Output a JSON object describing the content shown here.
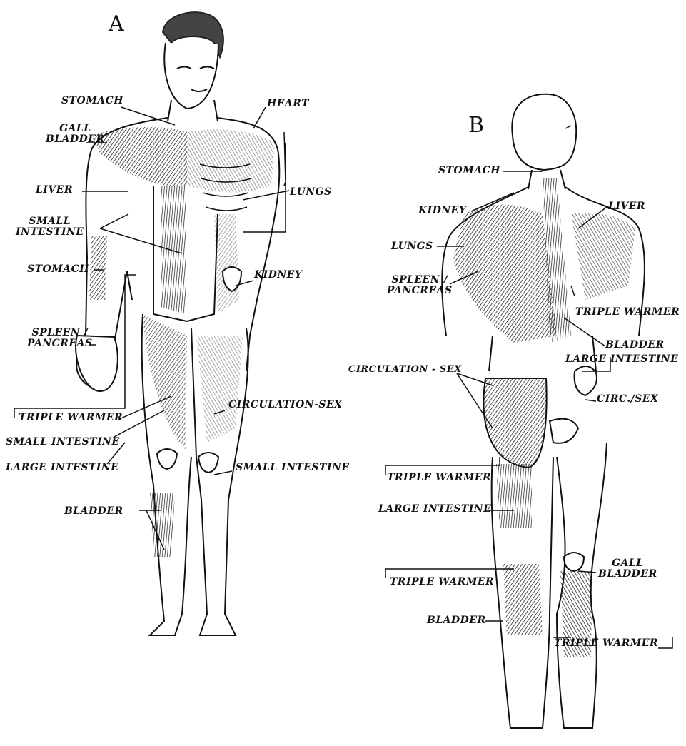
{
  "figure_a": {
    "letter": "A",
    "labels": {
      "stomach_top": "STOMACH",
      "gall_bladder": "GALL\nBLADDER",
      "liver": "LIVER",
      "small_intestine_torso": "SMALL\nINTESTINE",
      "stomach_arm": "STOMACH",
      "spleen_pancreas": "SPLEEN /\nPANCREAS",
      "triple_warmer": "TRIPLE WARMER",
      "small_intestine_thigh": "SMALL INTESTINE",
      "large_intestine": "LARGE INTESTINE",
      "bladder": "BLADDER",
      "heart": "HEART",
      "lungs": "LUNGS",
      "kidney": "KIDNEY",
      "circulation_sex": "CIRCULATION-SEX",
      "small_intestine_shin": "SMALL INTESTINE"
    }
  },
  "figure_b": {
    "letter": "B",
    "labels": {
      "stomach": "STOMACH",
      "kidney": "KIDNEY",
      "lungs": "LUNGS",
      "spleen_pancreas": "SPLEEN /\nPANCREAS",
      "circulation_sex": "CIRCULATION - SEX",
      "triple_warmer_hip": "TRIPLE WARMER",
      "large_intestine_thigh": "LARGE INTESTINE",
      "triple_warmer_knee": "TRIPLE WARMER",
      "bladder": "BLADDER",
      "liver": "LIVER",
      "triple_warmer_arm": "TRIPLE WARMER",
      "bladder_back": "BLADDER",
      "large_intestine_back": "LARGE INTESTINE",
      "circ_sex": "CIRC./SEX",
      "gall_bladder": "GALL\nBLADDER",
      "triple_warmer_calf": "TRIPLE WARMER"
    }
  },
  "colors": {
    "ink": "#111111",
    "shade": "#333333",
    "paper": "#ffffff"
  }
}
